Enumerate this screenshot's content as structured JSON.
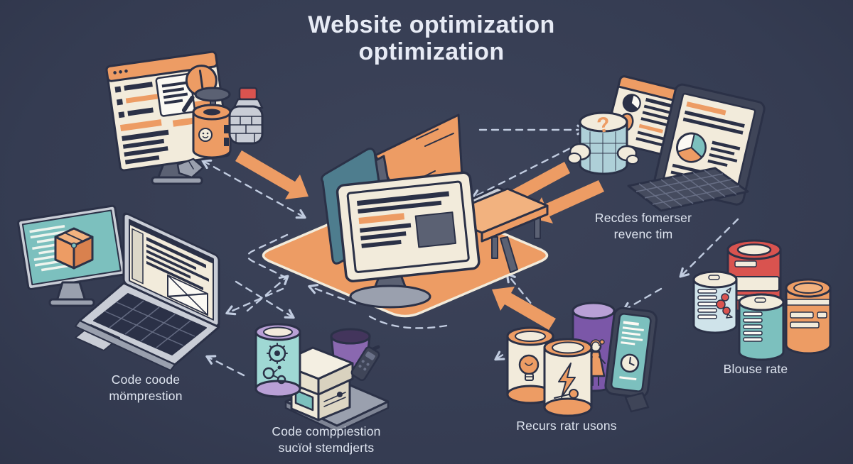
{
  "title": {
    "line1": "Website optimization",
    "line2": "optimization"
  },
  "labels": {
    "metrics": {
      "line1": "Recdes fomerser",
      "line2": "revenc tim"
    },
    "compression": {
      "line1": "Code coode",
      "line2": "mömprestion"
    },
    "completion": {
      "line1": "Code comppiestion",
      "line2": "sucïoł stemdjerts"
    },
    "recurs": {
      "text": "Recurs ratr usons"
    },
    "bounce": {
      "text": "Blouse rate"
    }
  },
  "icons": {
    "question_mark": "?",
    "names": [
      "magnifier-icon",
      "smiley-icon",
      "package-box-icon",
      "clock-pie-icon",
      "pie-chart-icon",
      "question-mark-icon",
      "lightbulb-icon",
      "lightning-icon",
      "key-icon",
      "clock-icon",
      "gear-icon",
      "molecule-icon",
      "mouse-icon",
      "candy-icon"
    ]
  },
  "colors": {
    "background_center": "#3D445A",
    "background_edge": "#232939",
    "accent_orange": "#ED9C64",
    "orange_light": "#F2B27F",
    "orange_dark": "#D9814E",
    "cream": "#F2EBDB",
    "outline": "#2B3147",
    "teal_screen": "#7CC0BE",
    "slate_panel": "#4E7D8E",
    "pale_blue": "#CFE3EA",
    "red": "#D9534F",
    "purple": "#7B57A8",
    "light_purple": "#B9A0D6",
    "gray": "#9AA0AE",
    "light_gray": "#C9CDD6",
    "dark_gray": "#5B6173",
    "dashed_line": "#C9D4E8",
    "text_light": "#E7EBF5"
  }
}
